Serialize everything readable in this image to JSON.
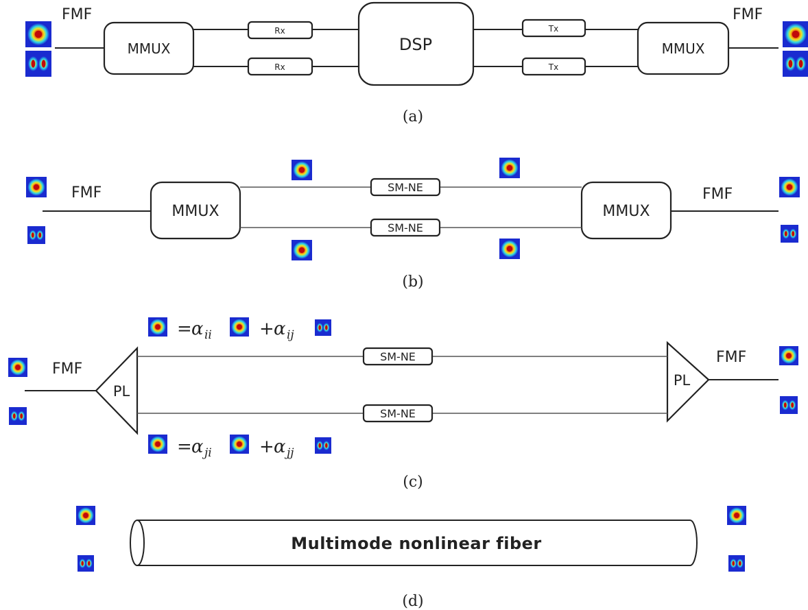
{
  "panel_a": {
    "fmf_left": "FMF",
    "fmf_right": "FMF",
    "mmux_left": "MMUX",
    "mmux_right": "MMUX",
    "rx_top": "Rx",
    "rx_bottom": "Rx",
    "dsp": "DSP",
    "tx_top": "Tx",
    "tx_bottom": "Tx",
    "caption": "(a)"
  },
  "panel_b": {
    "fmf_left": "FMF",
    "fmf_right": "FMF",
    "mmux_left": "MMUX",
    "mmux_right": "MMUX",
    "smne_top": "SM-NE",
    "smne_bottom": "SM-NE",
    "caption": "(b)"
  },
  "panel_c": {
    "fmf_left": "FMF",
    "fmf_right": "FMF",
    "pl_left": "PL",
    "pl_right": "PL",
    "smne_top": "SM-NE",
    "smne_bottom": "SM-NE",
    "eq_top": {
      "equals": "=",
      "coef1": "α",
      "sub1": "ii",
      "plus": "+",
      "coef2": "α",
      "sub2": "ij"
    },
    "eq_bottom": {
      "equals": "=",
      "coef1": "α",
      "sub1": "ji",
      "plus": "+",
      "coef2": "α",
      "sub2": "jj"
    },
    "caption": "(c)"
  },
  "panel_d": {
    "fiber_label": "Multimode nonlinear fiber",
    "caption": "(d)"
  },
  "colors": {
    "mode_bg": "#1a2bd0",
    "mode_ring_cyan": "#2fd6e8",
    "mode_yellow": "#f5e21c",
    "mode_core": "#d10f0f",
    "stroke": "#222222"
  },
  "icons": {
    "fundamental_mode": "lp01-mode-icon",
    "higher_order_mode": "lp11-mode-icon"
  }
}
